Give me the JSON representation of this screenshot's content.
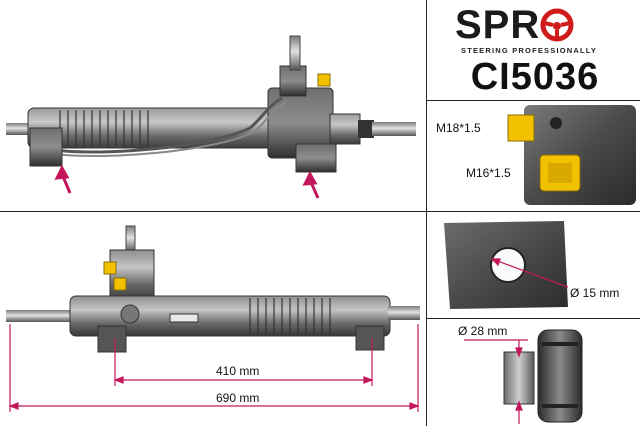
{
  "brand": {
    "name": "SPRO",
    "tagline": "STEERING PROFESSIONALLY",
    "accent": "#d11b1b"
  },
  "part_number": "CI5036",
  "thread_labels": {
    "upper": "M18*1.5",
    "lower": "M16*1.5"
  },
  "mount_hole": {
    "label": "Ø 15 mm"
  },
  "shaft": {
    "label": "Ø 28 mm"
  },
  "dimensions": {
    "inner": "410 mm",
    "overall": "690 mm"
  },
  "colors": {
    "dimension_line": "#c2185b",
    "arrow": "#c2185b",
    "fitting_yellow": "#f2c200",
    "metal_dark": "#4a4a4a",
    "metal_mid": "#7a7a7a",
    "metal_light": "#b5b5b5"
  }
}
